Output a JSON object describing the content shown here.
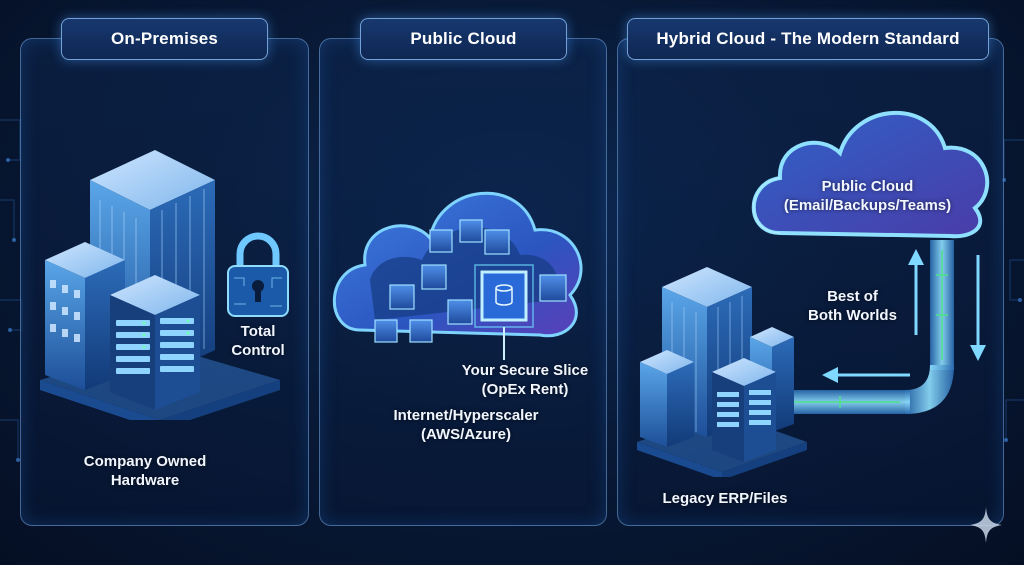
{
  "panels": [
    {
      "title": "On-Premises",
      "labels": {
        "control_line1": "Total",
        "control_line2": "Control",
        "hardware_line1": "Company Owned",
        "hardware_line2": "Hardware"
      }
    },
    {
      "title": "Public Cloud",
      "labels": {
        "slice_line1": "Your Secure Slice",
        "slice_line2": "(OpEx Rent)",
        "hyperscaler_line1": "Internet/Hyperscaler",
        "hyperscaler_line2": "(AWS/Azure)"
      }
    },
    {
      "title": "Hybrid Cloud - The Modern Standard",
      "labels": {
        "cloud_line1": "Public Cloud",
        "cloud_line2": "(Email/Backups/Teams)",
        "best_line1": "Best of",
        "best_line2": "Both Worlds",
        "legacy": "Legacy ERP/Files"
      }
    }
  ],
  "colors": {
    "accent": "#4fa8ff",
    "glow": "#6fe0ff",
    "green": "#4fe08a",
    "background": "#081a38"
  }
}
